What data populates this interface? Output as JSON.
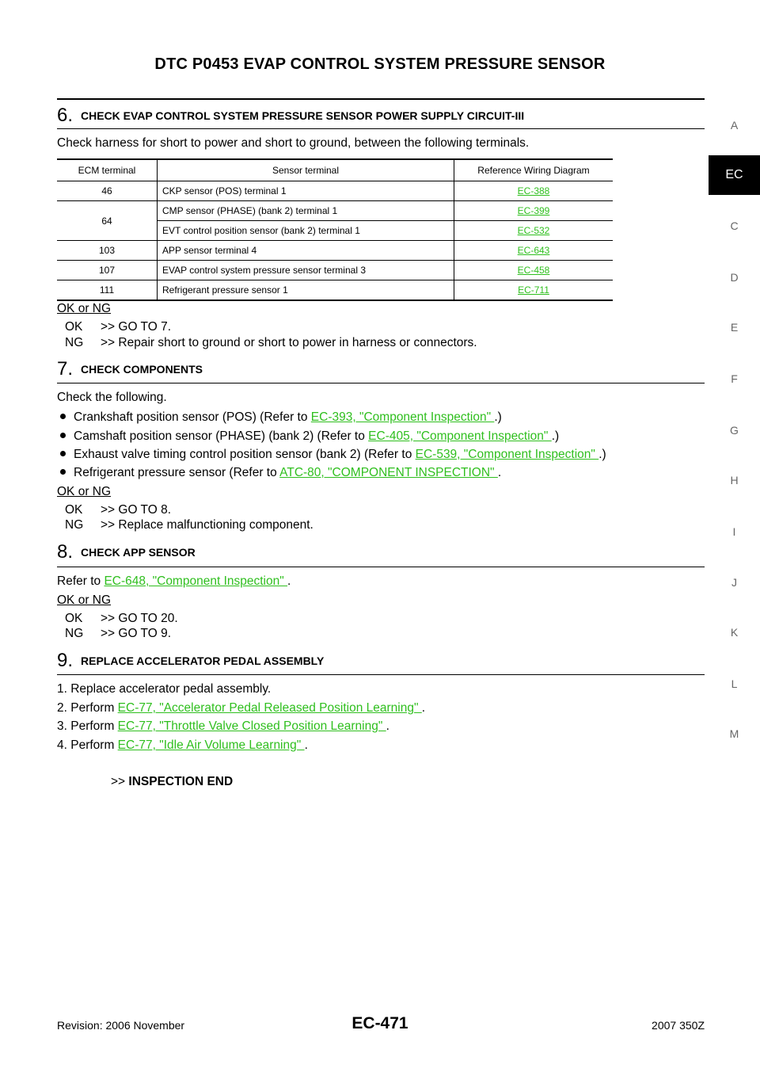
{
  "header": {
    "title": "DTC P0453 EVAP CONTROL SYSTEM PRESSURE SENSOR"
  },
  "side_tabs": {
    "active": "EC",
    "letters": [
      "A",
      "C",
      "D",
      "E",
      "F",
      "G",
      "H",
      "I",
      "J",
      "K",
      "L",
      "M"
    ]
  },
  "step6": {
    "num": "6.",
    "title": "CHECK EVAP CONTROL SYSTEM PRESSURE SENSOR POWER SUPPLY CIRCUIT-III",
    "intro": "Check harness for short to power and short to ground, between the following terminals.",
    "table": {
      "headers": [
        "ECM terminal",
        "Sensor terminal",
        "Reference Wiring Diagram"
      ],
      "rows": [
        {
          "ecm": "46",
          "sensor": "CKP sensor (POS) terminal 1",
          "ref": "EC-388"
        },
        {
          "ecm": "64",
          "sensor": "CMP sensor (PHASE) (bank 2) terminal 1",
          "ref": "EC-399"
        },
        {
          "ecm": "",
          "sensor": "EVT control position sensor (bank 2) terminal 1",
          "ref": "EC-532"
        },
        {
          "ecm": "103",
          "sensor": "APP sensor terminal 4",
          "ref": "EC-643"
        },
        {
          "ecm": "107",
          "sensor": "EVAP control system pressure sensor terminal 3",
          "ref": "EC-458"
        },
        {
          "ecm": "111",
          "sensor": "Refrigerant pressure sensor 1",
          "ref": "EC-711"
        }
      ]
    },
    "okng": "OK or NG",
    "ok": {
      "label": "OK",
      "text": ">> GO TO 7."
    },
    "ng": {
      "label": "NG",
      "text": ">> Repair short to ground or short to power in harness or connectors."
    }
  },
  "step7": {
    "num": "7.",
    "title": "CHECK COMPONENTS",
    "intro": "Check the following.",
    "bullets": [
      {
        "pre": "Crankshaft position sensor (POS) (Refer to ",
        "link": "EC-393, \"Component Inspection\" ",
        "post": ".)"
      },
      {
        "pre": "Camshaft position sensor (PHASE) (bank 2) (Refer to ",
        "link": "EC-405, \"Component Inspection\" ",
        "post": ".)"
      },
      {
        "pre": "Exhaust valve timing control position sensor (bank 2) (Refer to ",
        "link": "EC-539, \"Component Inspection\" ",
        "post": ".)"
      },
      {
        "pre": "Refrigerant pressure sensor (Refer to ",
        "link": "ATC-80, \"COMPONENT INSPECTION\" ",
        "post": "."
      }
    ],
    "okng": "OK or NG",
    "ok": {
      "label": "OK",
      "text": ">> GO TO 8."
    },
    "ng": {
      "label": "NG",
      "text": ">> Replace malfunctioning component."
    }
  },
  "step8": {
    "num": "8.",
    "title": "CHECK APP SENSOR",
    "intro_pre": "Refer to ",
    "intro_link": "EC-648, \"Component Inspection\" ",
    "intro_post": ".",
    "okng": "OK or NG",
    "ok": {
      "label": "OK",
      "text": ">> GO TO 20."
    },
    "ng": {
      "label": "NG",
      "text": ">> GO TO 9."
    }
  },
  "step9": {
    "num": "9.",
    "title": "REPLACE ACCELERATOR PEDAL ASSEMBLY",
    "items": [
      {
        "pre": "1. Replace accelerator pedal assembly.",
        "link": "",
        "post": ""
      },
      {
        "pre": "2. Perform ",
        "link": "EC-77, \"Accelerator Pedal Released Position Learning\" ",
        "post": "."
      },
      {
        "pre": "3. Perform ",
        "link": "EC-77, \"Throttle Valve Closed Position Learning\" ",
        "post": "."
      },
      {
        "pre": "4. Perform ",
        "link": "EC-77, \"Idle Air Volume Learning\" ",
        "post": "."
      }
    ],
    "end_arrow": ">>",
    "end_text": "INSPECTION END"
  },
  "footer": {
    "revision": "Revision: 2006 November",
    "page": "EC-471",
    "model": "2007 350Z"
  }
}
